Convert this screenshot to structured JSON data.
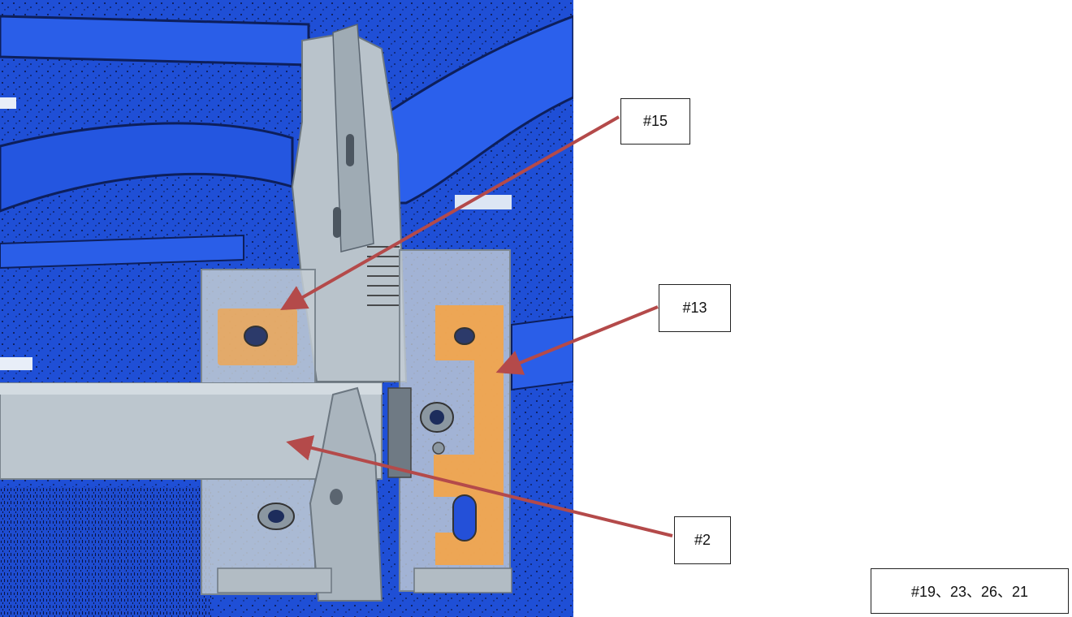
{
  "callouts": {
    "c15": "#15",
    "c13": "#13",
    "c2": "#2",
    "set": "#19、23、26、21"
  },
  "colors": {
    "scan_blue": "#1f4fd6",
    "scan_dark": "#0d1f5c",
    "part_grey": "#b9c3cb",
    "highlight_orange": "#f5a447",
    "arrow": "#b44a4a"
  }
}
